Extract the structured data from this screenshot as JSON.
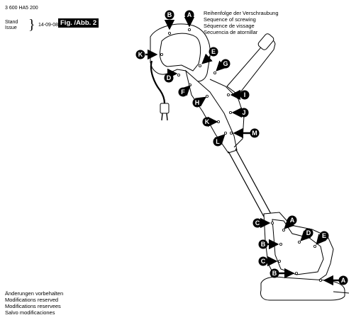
{
  "header": {
    "doc_number": "3 600 HA5 200",
    "stand_label": "Stand",
    "issue_label": "Issue",
    "issue_date": "14-09-08",
    "fig_label": "Fig. /Abb. 2"
  },
  "legend": {
    "lines": [
      "Reihenfolge der Verschraubung",
      "Sequence of screwing",
      "Séquence de vissage",
      "Secuencia de atornillar"
    ]
  },
  "footer": {
    "lines": [
      "Änderungen vorbehalten",
      "Modifications reserved",
      "Modifications reservees",
      "Salvo modificaciones"
    ]
  },
  "callouts": [
    {
      "id": "B-top",
      "label": "B"
    },
    {
      "id": "A-top",
      "label": "A"
    },
    {
      "id": "K-handle",
      "label": "K"
    },
    {
      "id": "E-upper",
      "label": "E"
    },
    {
      "id": "G",
      "label": "G"
    },
    {
      "id": "D-upper",
      "label": "D"
    },
    {
      "id": "F",
      "label": "F"
    },
    {
      "id": "I",
      "label": "I"
    },
    {
      "id": "H",
      "label": "H"
    },
    {
      "id": "J",
      "label": "J"
    },
    {
      "id": "K-shaft",
      "label": "K"
    },
    {
      "id": "M",
      "label": "M"
    },
    {
      "id": "L",
      "label": "L"
    },
    {
      "id": "C-head-top",
      "label": "C"
    },
    {
      "id": "A-head-upper",
      "label": "A"
    },
    {
      "id": "D-head",
      "label": "D"
    },
    {
      "id": "E-head",
      "label": "E"
    },
    {
      "id": "B-head-mid",
      "label": "B"
    },
    {
      "id": "C-head-mid",
      "label": "C"
    },
    {
      "id": "B-head-low",
      "label": "B"
    },
    {
      "id": "A-head-low",
      "label": "A"
    }
  ]
}
